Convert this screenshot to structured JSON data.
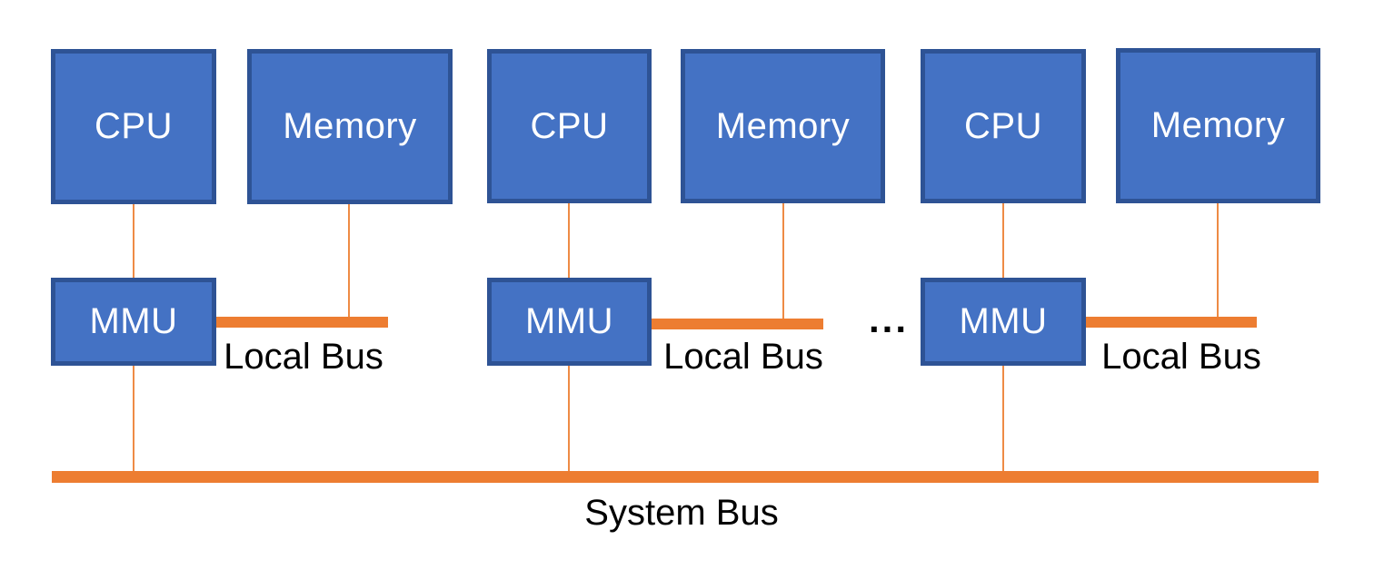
{
  "diagram": {
    "description": "Multiprocessor architecture diagram: three CPU/MMU/Memory clusters on local buses attached to a shared system bus",
    "groups": [
      {
        "cpu_label": "CPU",
        "memory_label": "Memory",
        "mmu_label": "MMU",
        "local_bus_label": "Local Bus"
      },
      {
        "cpu_label": "CPU",
        "memory_label": "Memory",
        "mmu_label": "MMU",
        "local_bus_label": "Local Bus"
      },
      {
        "cpu_label": "CPU",
        "memory_label": "Memory",
        "mmu_label": "MMU",
        "local_bus_label": "Local Bus"
      }
    ],
    "ellipsis_label": "...",
    "system_bus_label": "System Bus",
    "colors": {
      "background": "#FFFFFF",
      "box_fill": "#4472C4",
      "box_border": "#2E5395",
      "box_text": "#FFFFFF",
      "bus": "#ED7D31",
      "connector": "#EE8B45",
      "label_text": "#000000"
    }
  }
}
